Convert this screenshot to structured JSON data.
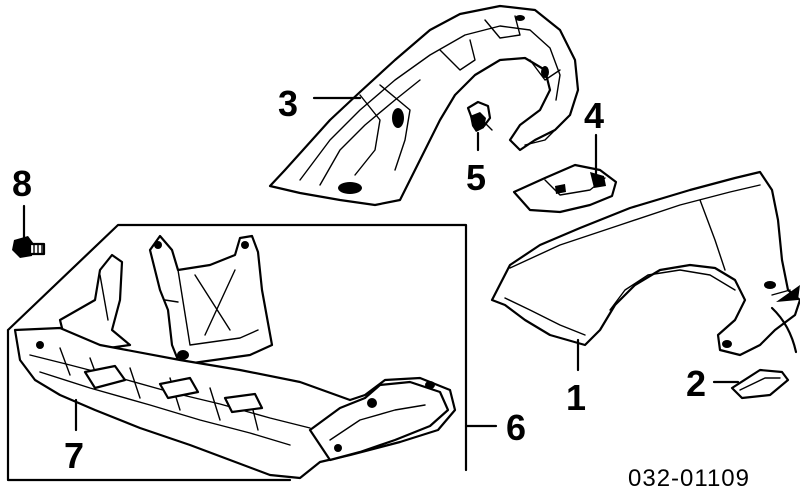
{
  "callouts": {
    "c1": "1",
    "c2": "2",
    "c3": "3",
    "c4": "4",
    "c5": "5",
    "c6": "6",
    "c7": "7",
    "c8": "8"
  },
  "diagram_code": "032-01109"
}
